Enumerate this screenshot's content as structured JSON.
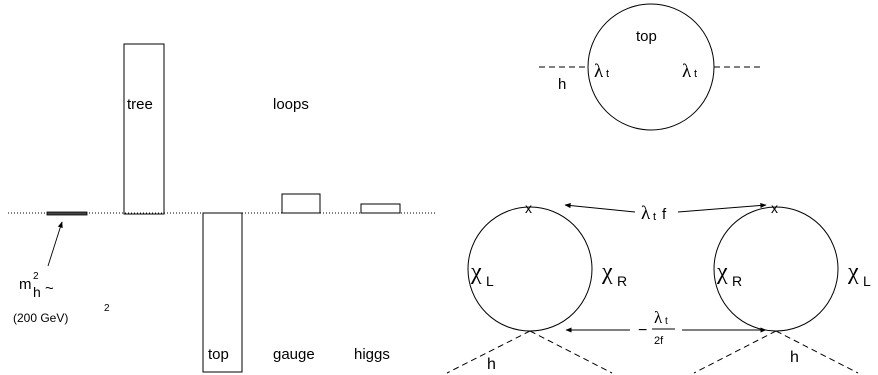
{
  "bar_chart": {
    "labels": {
      "tree": "tree",
      "loops": "loops",
      "top": "top",
      "gauge": "gauge",
      "higgs": "higgs"
    },
    "mass_annotation": {
      "m": "m",
      "sub": "h",
      "sup": "2",
      "tilde": "~",
      "scale": "(200 GeV)",
      "scale_sup": "2"
    }
  },
  "top_loop": {
    "loop_label": "top",
    "higgs_label": "h",
    "coupling_left": "λ",
    "coupling_left_sub": "t",
    "coupling_right": "λ",
    "coupling_right_sub": "t"
  },
  "bottom_loops": {
    "vertex_left": "x",
    "vertex_right": "x",
    "top_coupling": "λ",
    "top_coupling_sub": "t",
    "top_coupling_f": "f",
    "left_loop_left": "χ",
    "left_loop_left_sub": "L",
    "left_loop_right": "χ",
    "left_loop_right_sub": "R",
    "right_loop_left": "χ",
    "right_loop_left_sub": "R",
    "right_loop_right": "χ",
    "right_loop_right_sub": "L",
    "minus": "−",
    "frac_num_lambda": "λ",
    "frac_num_sub": "t",
    "frac_den": "2f",
    "higgs_left": "h",
    "higgs_right": "h"
  }
}
